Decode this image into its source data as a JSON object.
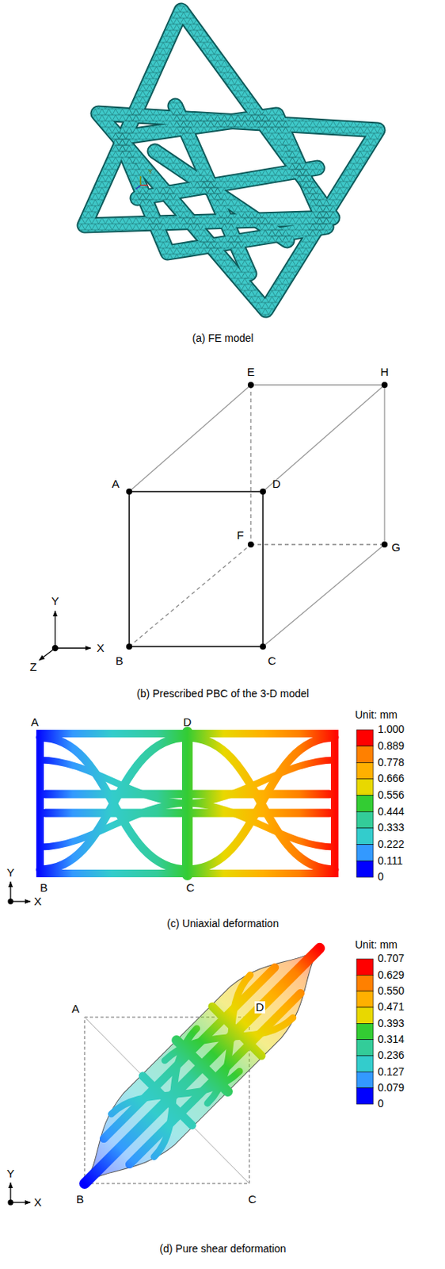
{
  "diagram": {
    "labels": [
      "Y",
      "(a) FE model",
      "E",
      "H",
      "A",
      "D",
      "F",
      "G",
      "Y",
      "X",
      "Z",
      "B",
      "C",
      "(b) Prescribed PBC of the 3-D model",
      "A",
      "D",
      "Unit: mm",
      "1.000",
      "0.889",
      "0.778",
      "0.666",
      "0.556",
      "0.444",
      "0.333",
      "0.222",
      "0.111",
      "0",
      "Y",
      "B",
      "C",
      "X",
      "(c) Uniaxial deformation",
      "Unit: mm",
      "0.707",
      "0.629",
      "0.550",
      "0.471",
      "0.393",
      "0.314",
      "0.236",
      "0.127",
      "0.079",
      "0",
      "A",
      "D",
      "Y",
      "X",
      "B",
      "C",
      "(d) Pure shear deformation"
    ]
  }
}
